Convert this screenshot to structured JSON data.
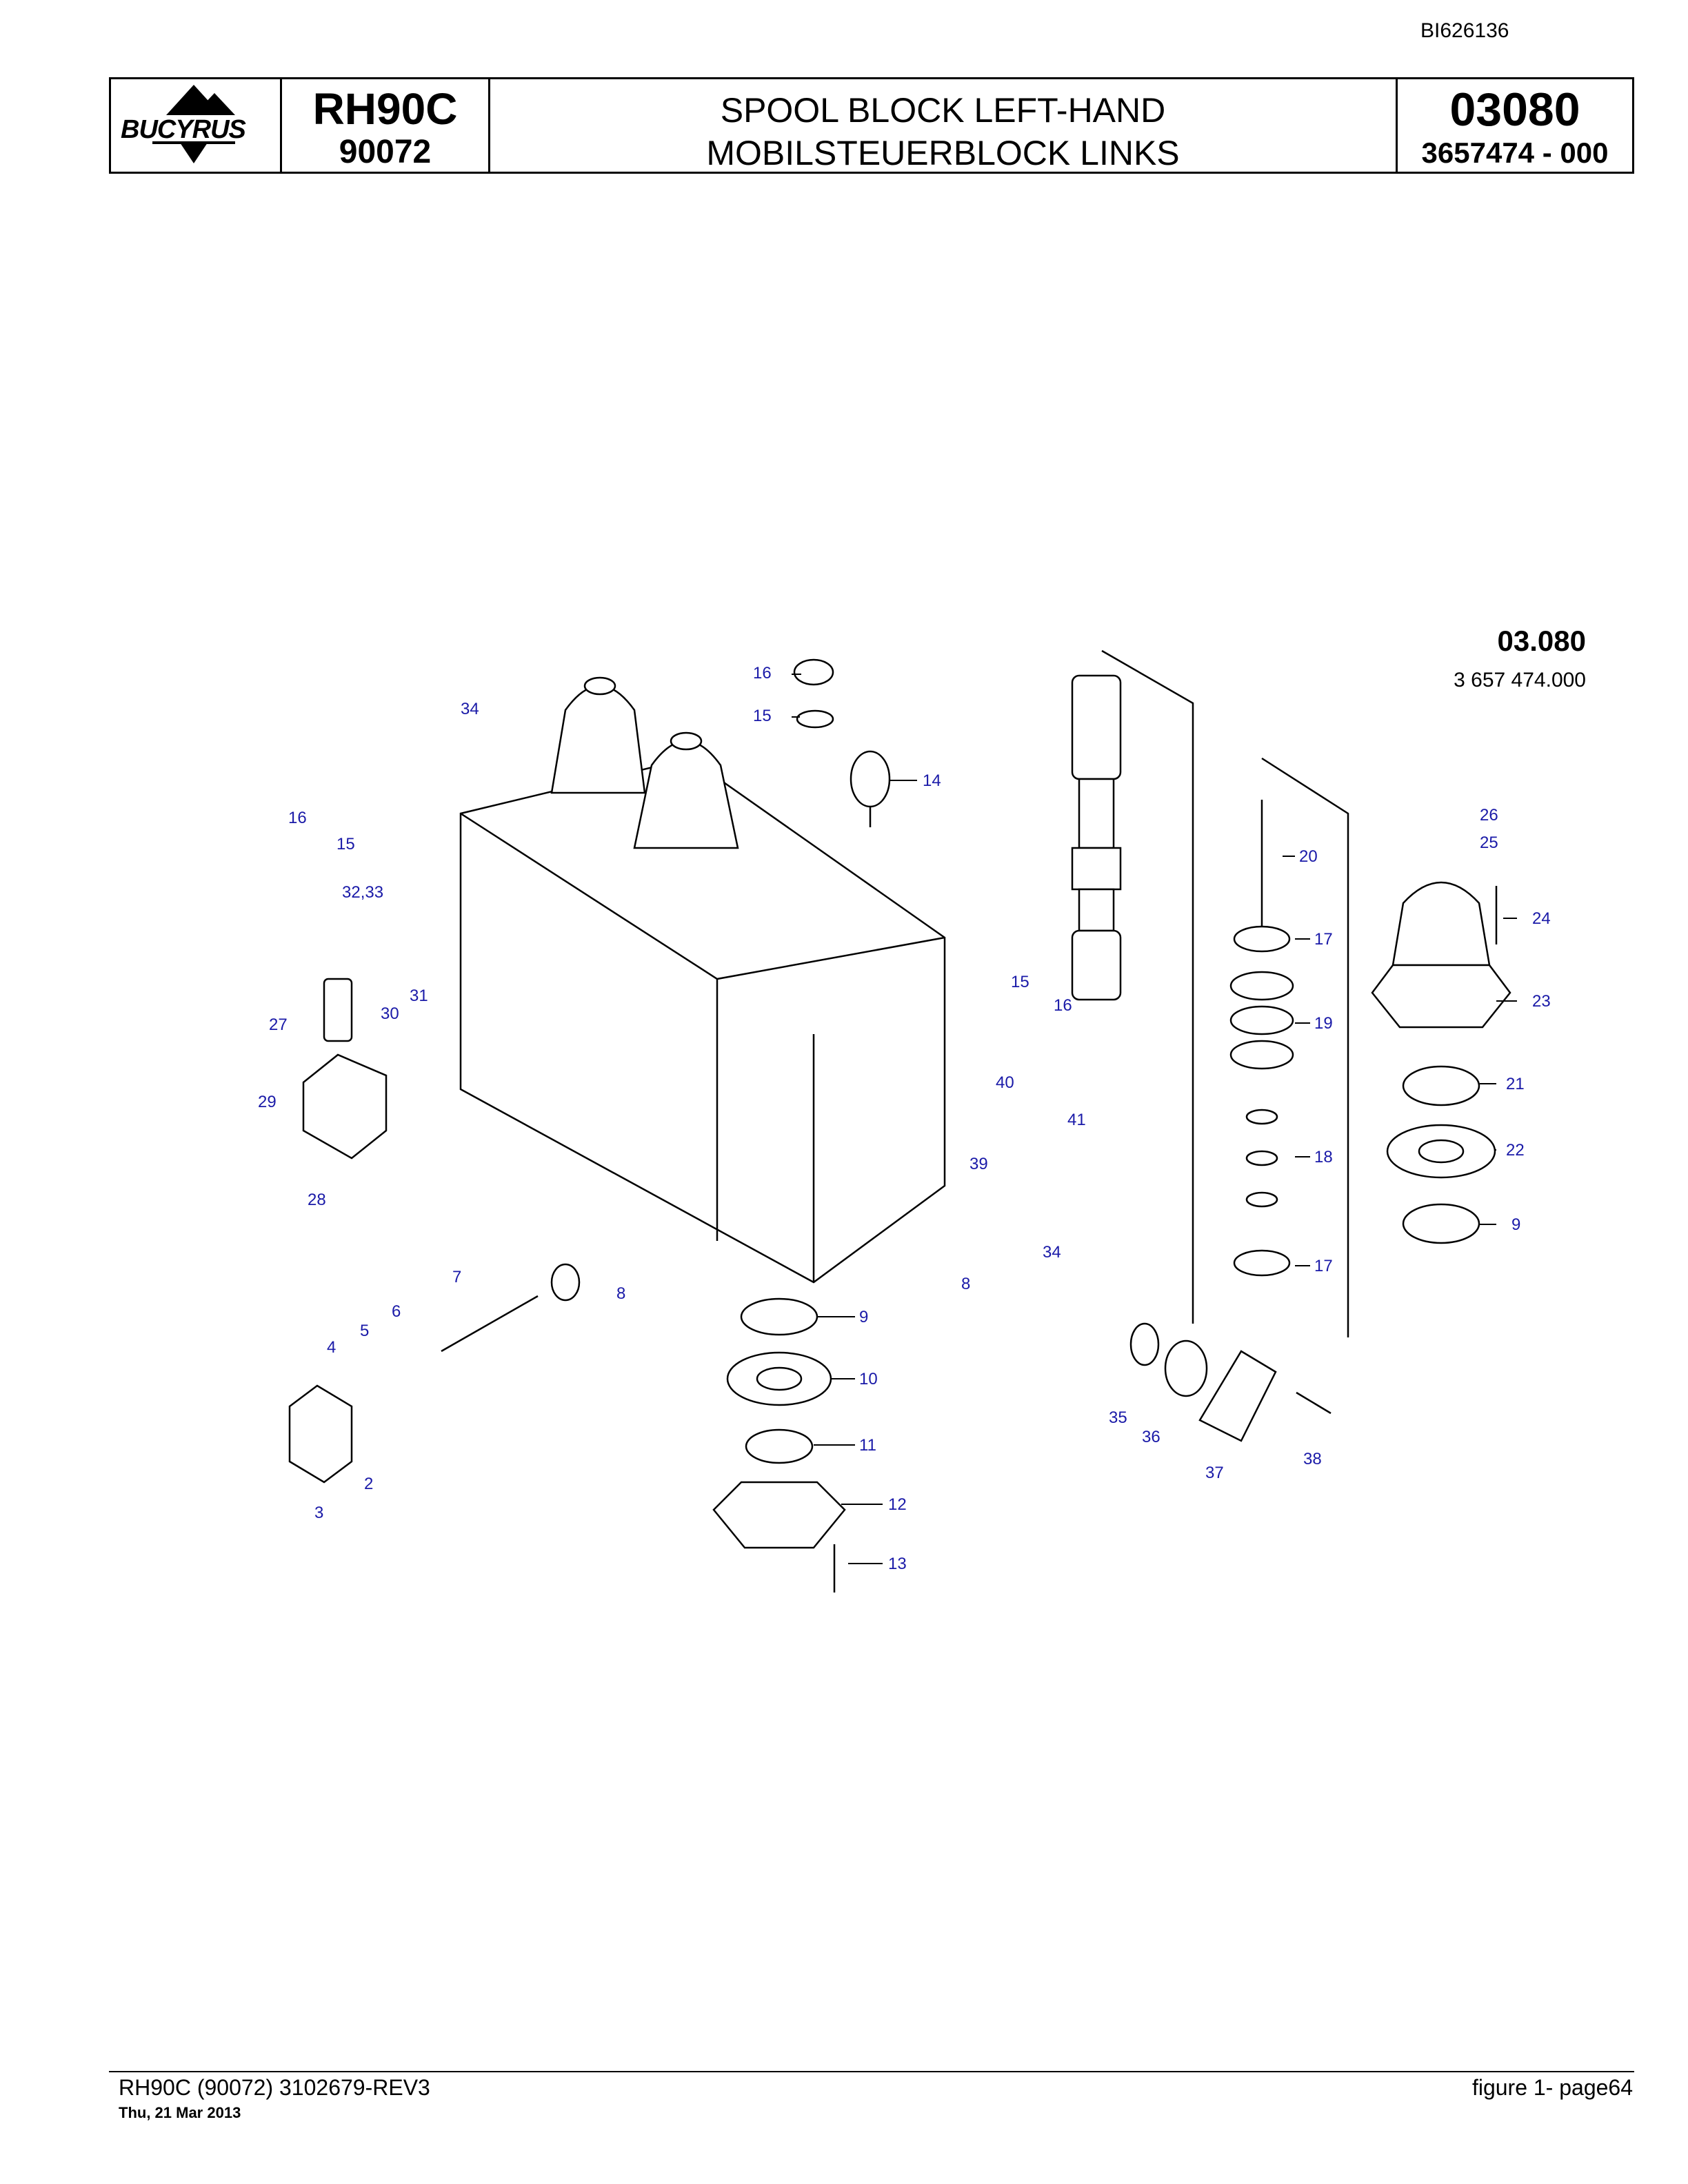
{
  "doc_id": "BI626136",
  "header": {
    "logo_text": "BUCYRUS",
    "model": "RH90C",
    "serial": "90072",
    "title_en": "SPOOL BLOCK LEFT-HAND",
    "title_de": "MOBILSTEUERBLOCK LINKS",
    "group_code": "03080",
    "part_number": "3657474  - 000"
  },
  "diagram": {
    "ref_code": "03.080",
    "ref_number": "3 657 474.000",
    "callouts": [
      "16",
      "15",
      "34",
      "16",
      "15",
      "14",
      "32,33",
      "27",
      "31",
      "30",
      "29",
      "28",
      "7",
      "6",
      "5",
      "4",
      "2",
      "3",
      "8",
      "9",
      "10",
      "11",
      "12",
      "13",
      "15",
      "16",
      "40",
      "41",
      "39",
      "34",
      "8",
      "35",
      "36",
      "37",
      "38",
      "20",
      "17",
      "19",
      "18",
      "17",
      "26",
      "25",
      "24",
      "23",
      "21",
      "22",
      "9"
    ]
  },
  "footer": {
    "left": "RH90C (90072) 3102679-REV3",
    "date": "Thu, 21 Mar 2013",
    "right": "figure  1- page64"
  }
}
